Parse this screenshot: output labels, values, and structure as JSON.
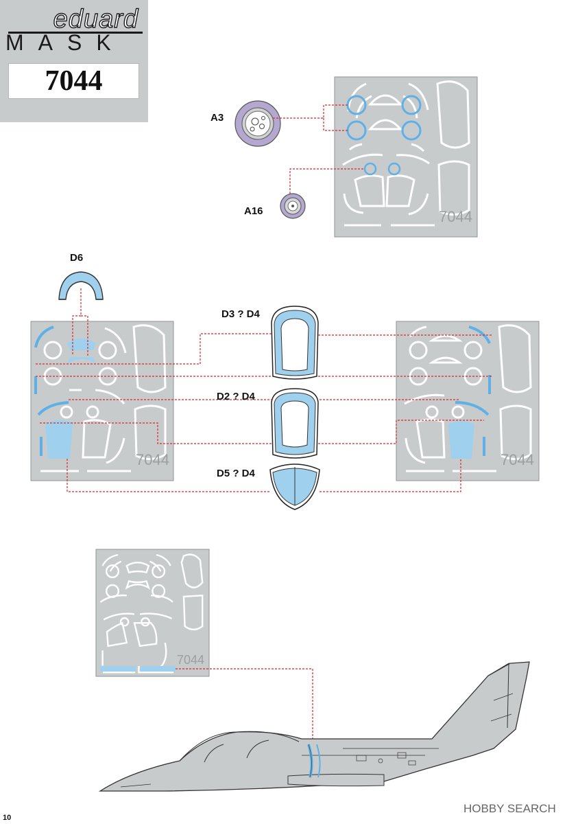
{
  "header": {
    "brand": "eduard",
    "product_line": "MASK",
    "product_code": "7044"
  },
  "labels": {
    "a3": "A3",
    "a16": "A16",
    "d6": "D6",
    "d3_d4": "D3 ? D4",
    "d2_d4": "D2 ? D4",
    "d5_d4": "D5 ? D4"
  },
  "sheet_code": "7044",
  "page_number": "10",
  "watermark": "HOBBY SEARCH",
  "colors": {
    "mask_sheet": "#c8cbcc",
    "mask_blue": "#9fd0ee",
    "highlight_blue": "#5fb0e6",
    "leader_red": "#d9262c",
    "wheel_lilac": "#b4a8d0"
  }
}
